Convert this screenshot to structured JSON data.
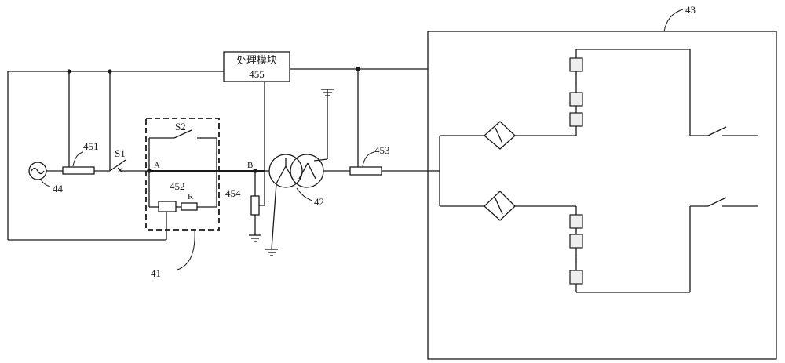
{
  "labels": {
    "module_box_line1": "处理模块",
    "module_box_line2": "455",
    "ref_41": "41",
    "ref_42": "42",
    "ref_43": "43",
    "ref_44": "44",
    "ref_451": "451",
    "ref_452": "452",
    "ref_453": "453",
    "ref_454": "454",
    "switch_s1": "S1",
    "switch_s2": "S2",
    "node_a": "A",
    "node_b": "B",
    "resistor_r": "R"
  }
}
